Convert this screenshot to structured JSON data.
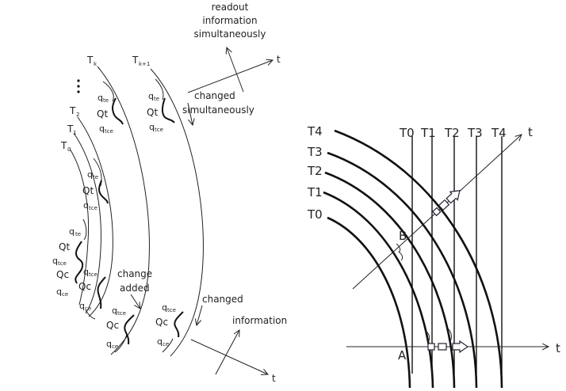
{
  "left_panel": {
    "top_note": [
      "readout",
      "information",
      "simultaneously"
    ],
    "top_note2": [
      "changed",
      "simultaneously"
    ],
    "axis_label": "t",
    "curve_labels": {
      "tk": "T",
      "tk_sub": "k",
      "tk1": "T",
      "tk1_sub": "k+1",
      "t2": "T",
      "t2_sub": "2",
      "t1": "T",
      "t1_sub": "1",
      "t0": "T",
      "t0_sub": "0"
    },
    "ellipsis": "•\n•\n•",
    "q": {
      "q": "q",
      "te": "te",
      "tce": "tce",
      "ce": "ce",
      "Qt": "Qt",
      "Qc": "Qc"
    },
    "change_added": [
      "change",
      "added"
    ],
    "changed": "changed",
    "information": "information"
  },
  "right_panel": {
    "arc_labels": [
      "T0",
      "T1",
      "T2",
      "T3",
      "T4"
    ],
    "line_labels": [
      "T0",
      "T1",
      "T2",
      "T3",
      "T4"
    ],
    "point_a": "A",
    "point_b": "B",
    "axis_label": "t"
  }
}
